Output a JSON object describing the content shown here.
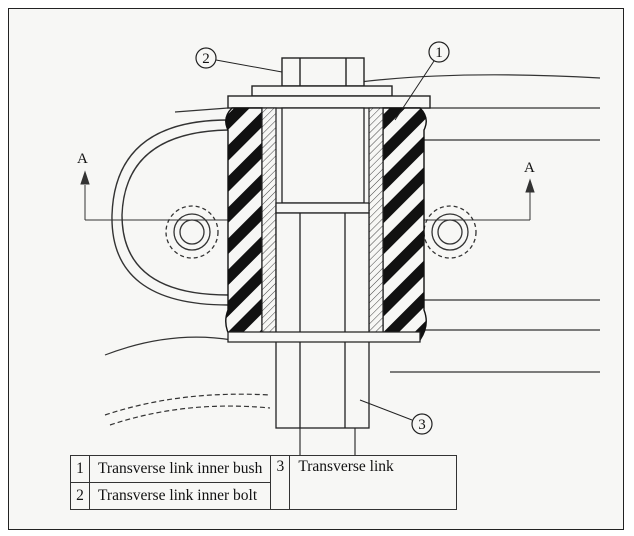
{
  "callouts": {
    "c1": "1",
    "c2": "2",
    "c3": "3"
  },
  "section_marks": {
    "left": "A",
    "right": "A"
  },
  "legend": {
    "rows": [
      {
        "num": "1",
        "label": "Transverse link inner bush"
      },
      {
        "num": "2",
        "label": "Transverse link inner bolt"
      },
      {
        "num": "3",
        "label": "Transverse link"
      }
    ]
  },
  "colors": {
    "line": "#222222",
    "rubber": "#111111",
    "paper": "#f7f7f5"
  }
}
